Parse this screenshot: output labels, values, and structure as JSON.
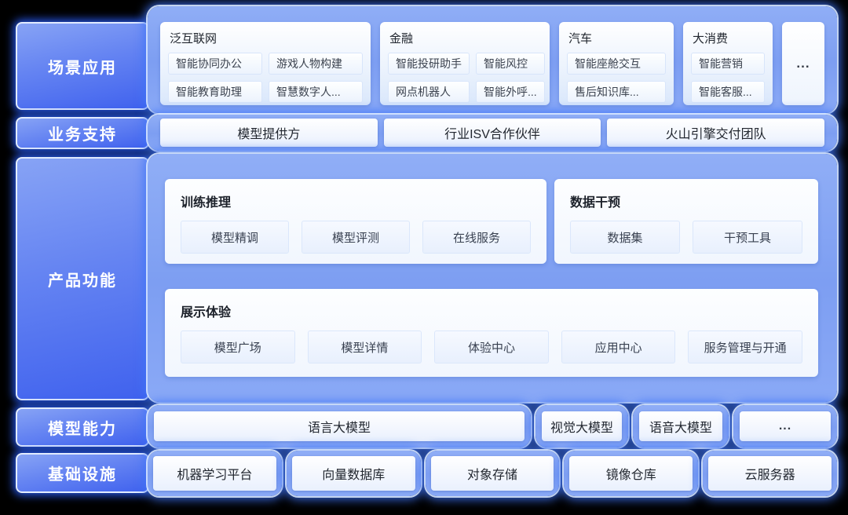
{
  "colors": {
    "background": "#000000",
    "panel_blue": "#7d9ef2",
    "label_blue": "#4062ee",
    "glow": "#3e73f6",
    "card_light": "#ecf3fd",
    "text_dark": "#22272f",
    "text_white": "#ffffff"
  },
  "sidebar": {
    "labels": [
      {
        "label": "场景应用"
      },
      {
        "label": "业务支持"
      },
      {
        "label": "产品功能"
      },
      {
        "label": "模型能力"
      },
      {
        "label": "基础设施"
      }
    ]
  },
  "scene_apps": {
    "groups": [
      {
        "title": "泛互联网",
        "chips": [
          "智能协同办公",
          "游戏人物构建",
          "智能教育助理",
          "智慧数字人..."
        ]
      },
      {
        "title": "金融",
        "chips": [
          "智能投研助手",
          "智能风控",
          "网点机器人",
          "智能外呼..."
        ]
      },
      {
        "title": "汽车",
        "chips": [
          "智能座舱交互",
          "售后知识库..."
        ]
      },
      {
        "title": "大消费",
        "chips": [
          "智能营销",
          "智能客服..."
        ]
      }
    ],
    "more_label": "..."
  },
  "business_support": {
    "items": [
      "模型提供方",
      "行业ISV合作伙伴",
      "火山引擎交付团队"
    ]
  },
  "product_features": {
    "panels": [
      {
        "title": "训练推理",
        "chips": [
          "模型精调",
          "模型评测",
          "在线服务"
        ]
      },
      {
        "title": "数据干预",
        "chips": [
          "数据集",
          "干预工具"
        ]
      },
      {
        "title": "展示体验",
        "chips": [
          "模型广场",
          "模型详情",
          "体验中心",
          "应用中心",
          "服务管理与开通"
        ]
      }
    ]
  },
  "model_capabilities": {
    "items": [
      "语言大模型",
      "视觉大模型",
      "语音大模型"
    ],
    "more_label": "..."
  },
  "infrastructure": {
    "items": [
      "机器学习平台",
      "向量数据库",
      "对象存储",
      "镜像仓库",
      "云服务器"
    ]
  }
}
